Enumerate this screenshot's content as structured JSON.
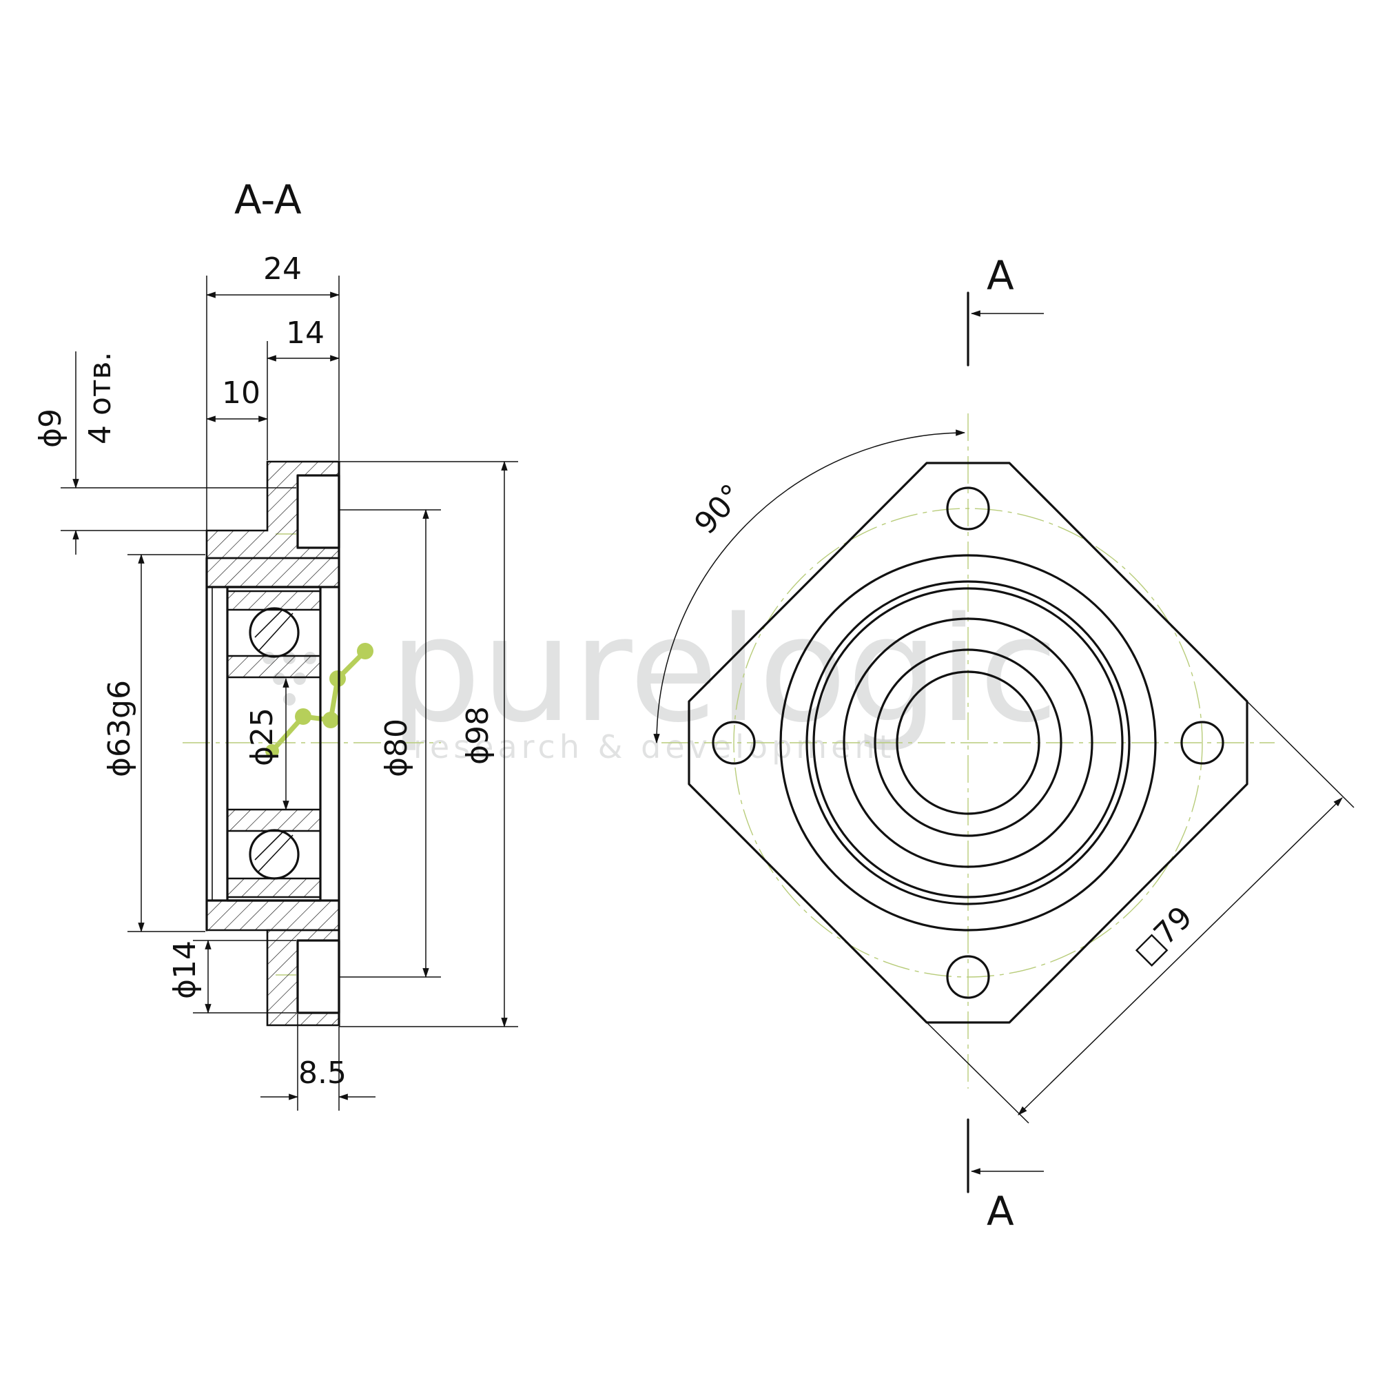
{
  "section": {
    "title": "A-A",
    "dims": {
      "overall_width": "24",
      "flange_width": "14",
      "body_offset": "10",
      "hole_diameter": "ϕ9",
      "hole_count": "4 отв.",
      "fit_diameter": "ϕ63g6",
      "shaft_diameter": "ϕ25",
      "bolt_circle": "ϕ80",
      "outer_diameter": "ϕ98",
      "counterbore_diameter": "ϕ14",
      "counterbore_depth": "8.5"
    }
  },
  "front_view": {
    "angle": "90°",
    "square_symbol": "□",
    "square_size": "79",
    "section_mark_top": "A",
    "section_mark_bottom": "A"
  },
  "watermark": {
    "brand": "purelogic",
    "tagline": "research & development"
  }
}
